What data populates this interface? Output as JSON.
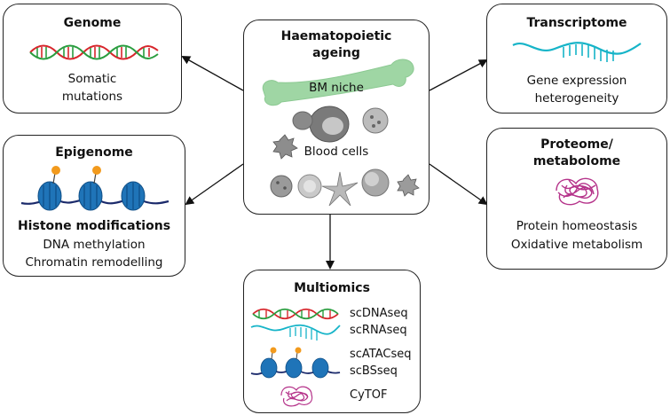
{
  "genome": {
    "title": "Genome",
    "line1": "Somatic",
    "line2": "mutations"
  },
  "transcriptome": {
    "title": "Transcriptome",
    "line1": "Gene expression",
    "line2": "heterogeneity"
  },
  "epigenome": {
    "title": "Epigenome",
    "line_bold": "Histone modifications",
    "line2": "DNA methylation",
    "line3": "Chromatin remodelling"
  },
  "proteome": {
    "title_line1": "Proteome/",
    "title_line2": "metabolome",
    "line1": "Protein homeostasis",
    "line2": "Oxidative metabolism"
  },
  "center": {
    "title_line1": "Haematopoietic",
    "title_line2": "ageing",
    "bone_label": "BM niche",
    "cells_label": "Blood cells"
  },
  "multiomics": {
    "title": "Multiomics",
    "items": [
      "scDNAseq",
      "scRNAseq",
      "scATACseq",
      "scBSseq",
      "CyTOF"
    ]
  },
  "colors": {
    "dna_red": "#d7262c",
    "dna_green": "#2a9d3f",
    "rna_cyan": "#16b4c8",
    "nucleosome_blue": "#1f74b8",
    "histone_orange": "#f29a1d",
    "protein_magenta": "#b5338a",
    "bone_green": "#9fd6a4",
    "cell_gray": "#9a9a9a"
  },
  "icons": [
    "dna-helix-icon",
    "rna-strand-icon",
    "nucleosome-icon",
    "protein-tangle-icon",
    "bone-icon",
    "blood-cells-icon",
    "arrow-icon"
  ]
}
